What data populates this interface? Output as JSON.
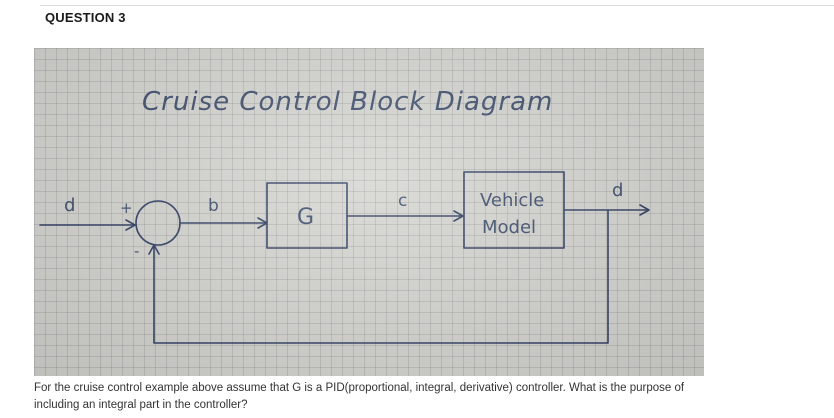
{
  "question": {
    "title": "QUESTION 3",
    "text": "For the cruise control example above assume that G is a PID(proportional, integral, derivative) controller. What is the purpose of including an integral part in the controller?"
  },
  "diagram": {
    "title": "Cruise Control Block Diagram",
    "signal_input": "d",
    "sum_plus": "+",
    "sum_minus": "-",
    "signal_error": "b",
    "controller_label": "G",
    "signal_control": "c",
    "plant_label_line1": "Vehicle",
    "plant_label_line2": "Model",
    "signal_output": "d"
  }
}
